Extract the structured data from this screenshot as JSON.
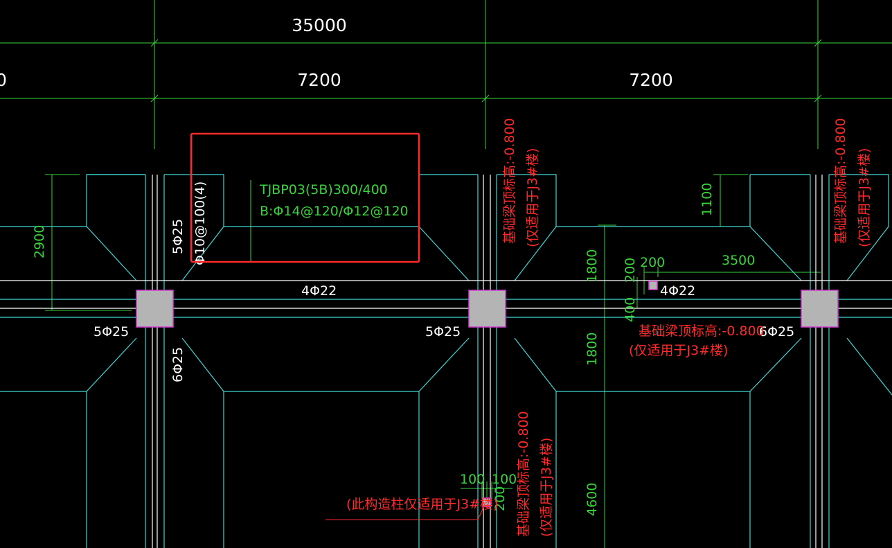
{
  "dimensions": {
    "overall": "35000",
    "bay_left_partial": "0",
    "bay_1": "7200",
    "bay_2": "7200"
  },
  "beam_callout": {
    "line1": "TJBP03(5B)300/400",
    "line2": "B:Φ14@120/Φ12@120",
    "stirrup": "Φ10@100(4)"
  },
  "labels": {
    "rebar_5_25_vertical": "5Φ25",
    "rebar_5_25_left": "5Φ25",
    "rebar_5_25_mid": "5Φ25",
    "rebar_6_25_right": "6Φ25",
    "rebar_6_25_vertical": "6Φ25",
    "rebar_4_22_mid": "4Φ22",
    "rebar_4_22_right": "4Φ22",
    "dim_2900": "2900",
    "dim_1100": "1100",
    "dim_1800_top": "1800",
    "dim_1800_bottom": "1800",
    "dim_200_h": "200",
    "dim_200_v": "200",
    "dim_400": "400",
    "dim_3500": "3500",
    "dim_4600": "4600",
    "dim_100_a": "100",
    "dim_100_b": "100",
    "dim_200_small": "200",
    "note_beam_top_vertical_1": "基础梁顶标高:-0.800",
    "note_applies_vertical_1": "(仅适用于J3#楼)",
    "note_beam_top_vertical_2": "基础梁顶标高:-0.800",
    "note_applies_vertical_2": "(仅适用于J3#楼)",
    "note_beam_top_horizontal": "基础梁顶标高:-0.800",
    "note_applies_horizontal": "(仅适用于J3#楼)",
    "note_beam_top_vertical_3": "基础梁顶标高:-0.800",
    "note_applies_vertical_3": "(仅适用于J3#楼)",
    "note_column": "(此构造柱仅适用于J3#楼)",
    "rebar_5_25_left_text": "5Φ25",
    "rebar_6_25_vertical_text": "6Φ25",
    "rebar_4_22_right_text": "4Φ22",
    "note_beam_top_vertical_1_text": "基础梁顶标高:-0.800",
    "note_beam_top_vertical_2_text": "基础梁顶标高:-0.800",
    "note_beam_top_vertical_3_text": "基础梁顶标高:-0.800"
  },
  "colors": {
    "background": "#000000",
    "grid_green": "#39d43a",
    "beam_cyan": "#3fd6d6",
    "beam_white": "#ffffff",
    "column_fill": "#b4b4b4",
    "column_stroke": "#d23cd2",
    "annotation_red": "#ff2a2a",
    "highlight_box": "#ff2a2a"
  }
}
